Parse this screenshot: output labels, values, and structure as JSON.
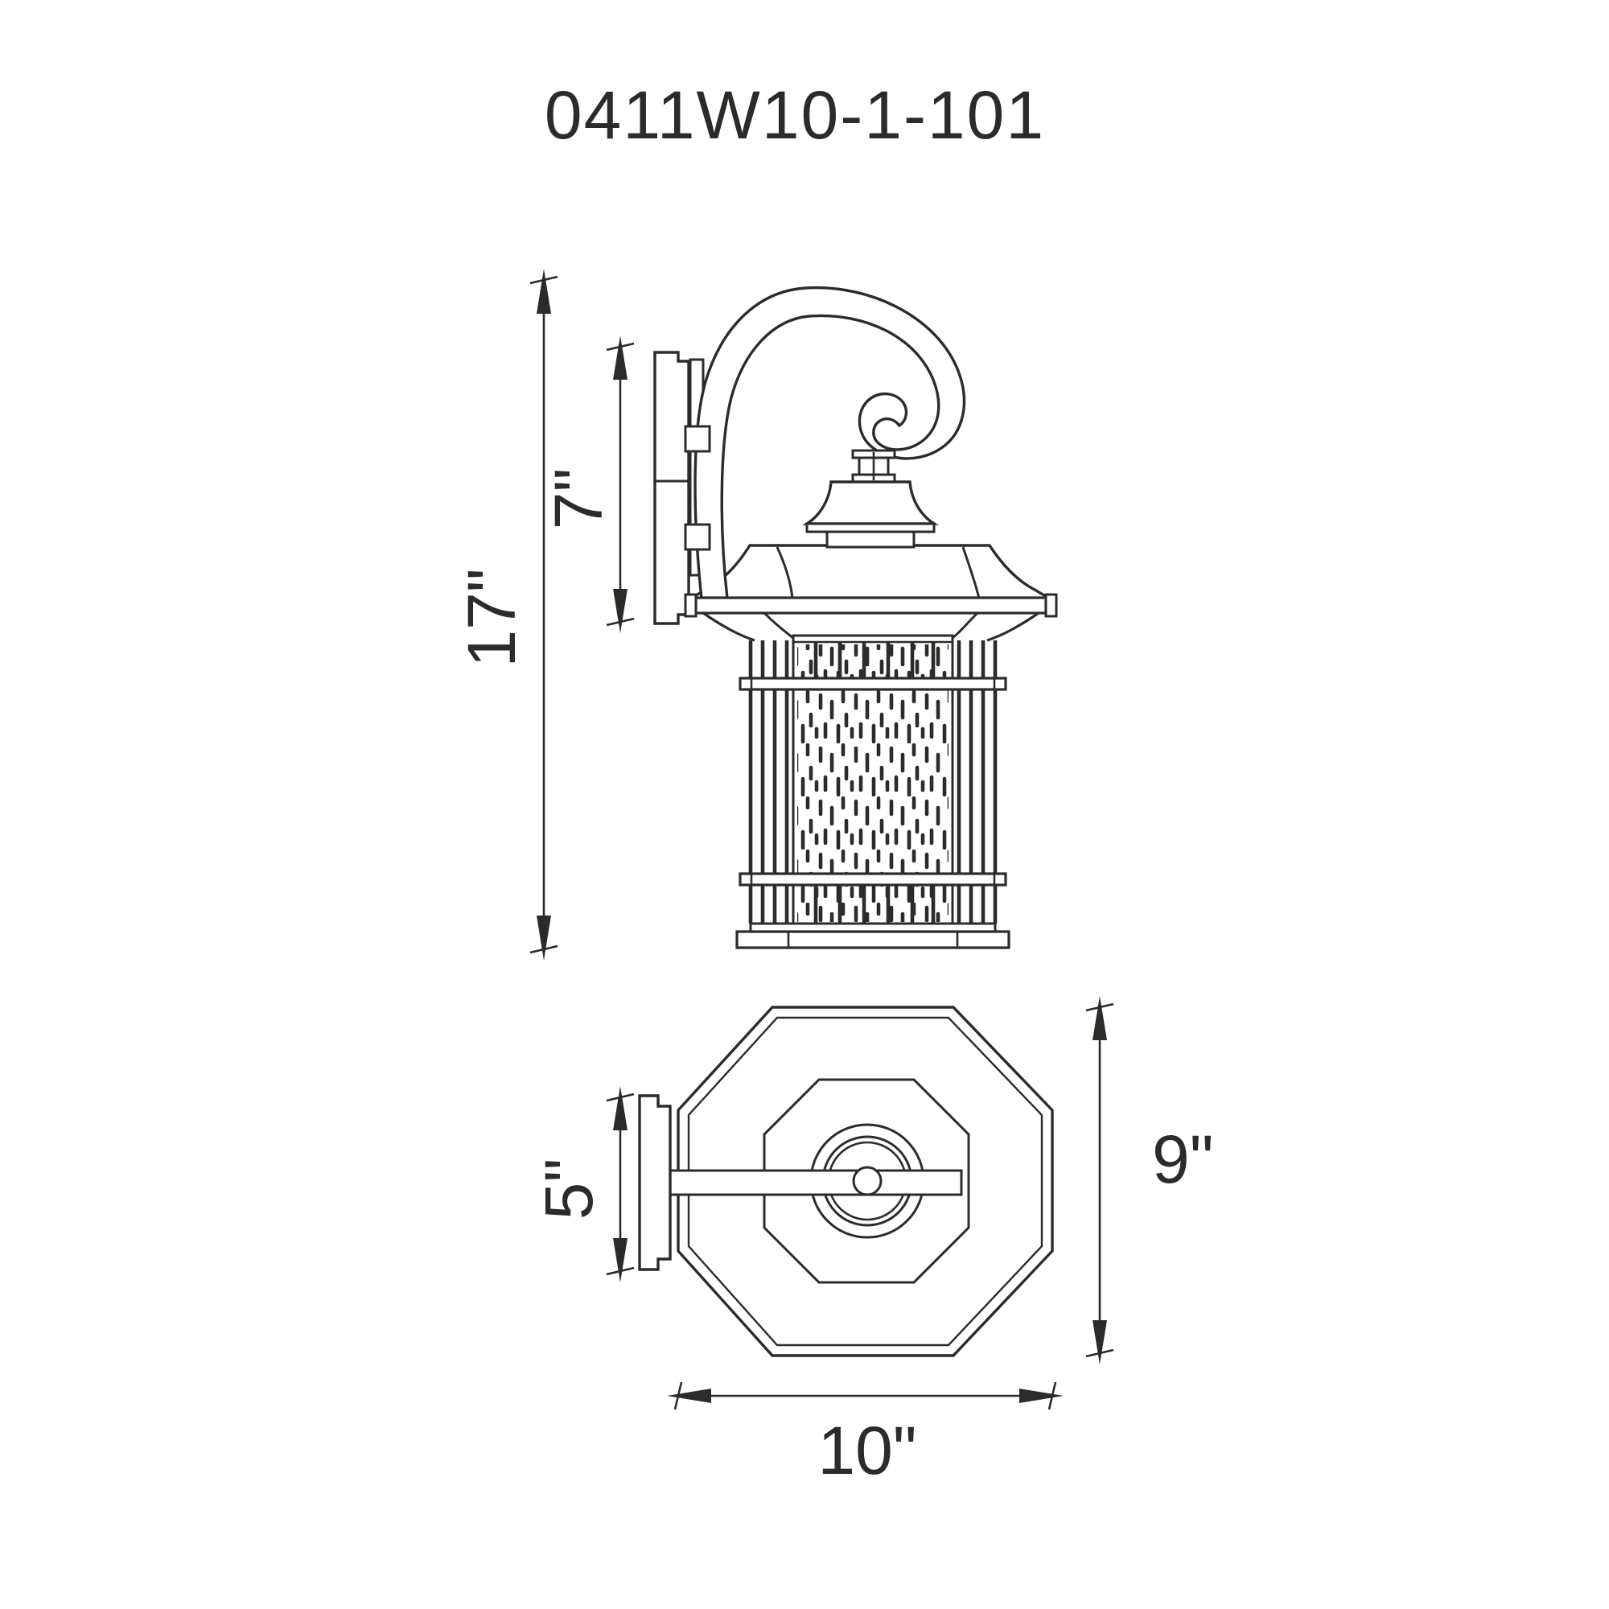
{
  "drawing": {
    "title": "0411W10-1-101",
    "line_color": "#2b2b28",
    "background_color": "#ffffff",
    "side_view": {
      "dim_overall_height": "17\"",
      "dim_backplate_height": "7\""
    },
    "bottom_view": {
      "dim_backplate_width": "5\"",
      "dim_depth": "9\"",
      "dim_width": "10\""
    }
  }
}
